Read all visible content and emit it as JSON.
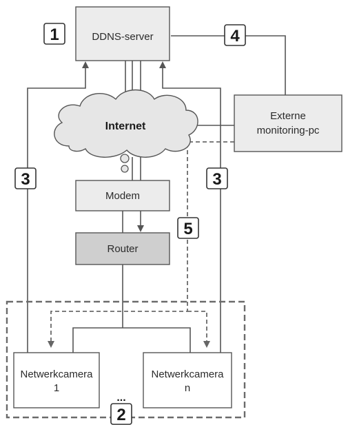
{
  "nodes": {
    "ddns_server": "DDNS-server",
    "internet": "Internet",
    "external_pc_line1": "Externe",
    "external_pc_line2": "monitoring-pc",
    "modem": "Modem",
    "router": "Router",
    "camera1_line1": "Netwerkcamera",
    "camera1_line2": "1",
    "cameran_line1": "Netwerkcamera",
    "cameran_line2": "n",
    "ellipsis": "..."
  },
  "steps": {
    "step1": "1",
    "step2": "2",
    "step3_left": "3",
    "step3_right": "3",
    "step4": "4",
    "step5": "5"
  },
  "colors": {
    "box_light": "#ececec",
    "box_dark": "#cfcfcf",
    "stroke": "#555555",
    "dashed": "#777777"
  }
}
